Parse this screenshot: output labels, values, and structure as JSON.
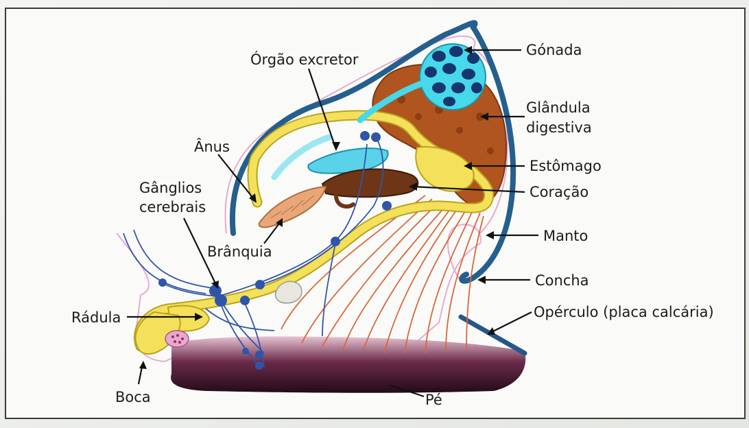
{
  "labels": {
    "orgao_excretor": "Órgão excretor",
    "gonada": "Gónada",
    "glandula_1": "Glândula",
    "glandula_2": "digestiva",
    "anus": "Ânus",
    "estomago": "Estômago",
    "coracao": "Coração",
    "ganglios_1": "Gânglios",
    "ganglios_2": "cerebrais",
    "branquia": "Brânquia",
    "manto": "Manto",
    "concha": "Concha",
    "radula": "Rádula",
    "operculo": "Opérculo (placa calcária)",
    "boca": "Boca",
    "pe": "Pé"
  },
  "colors": {
    "shell": "#245f8e",
    "mantle_outline": "#e7a9d2",
    "digestive_tract": "#f4e05a",
    "digestive_outline": "#b8a31c",
    "digestive_gland": "#b0551f",
    "gonad_fill": "#47d8ea",
    "gonad_eggs": "#15366e",
    "excretory_organ": "#5ad2ea",
    "heart": "#6e3516",
    "gill": "#e9a779",
    "nerves": "#2f55a8",
    "muscle_fibers": "#d9663a",
    "foot_dark": "#2a0f1e",
    "foot_light": "#d8a8be",
    "operculum": "#27568a"
  }
}
